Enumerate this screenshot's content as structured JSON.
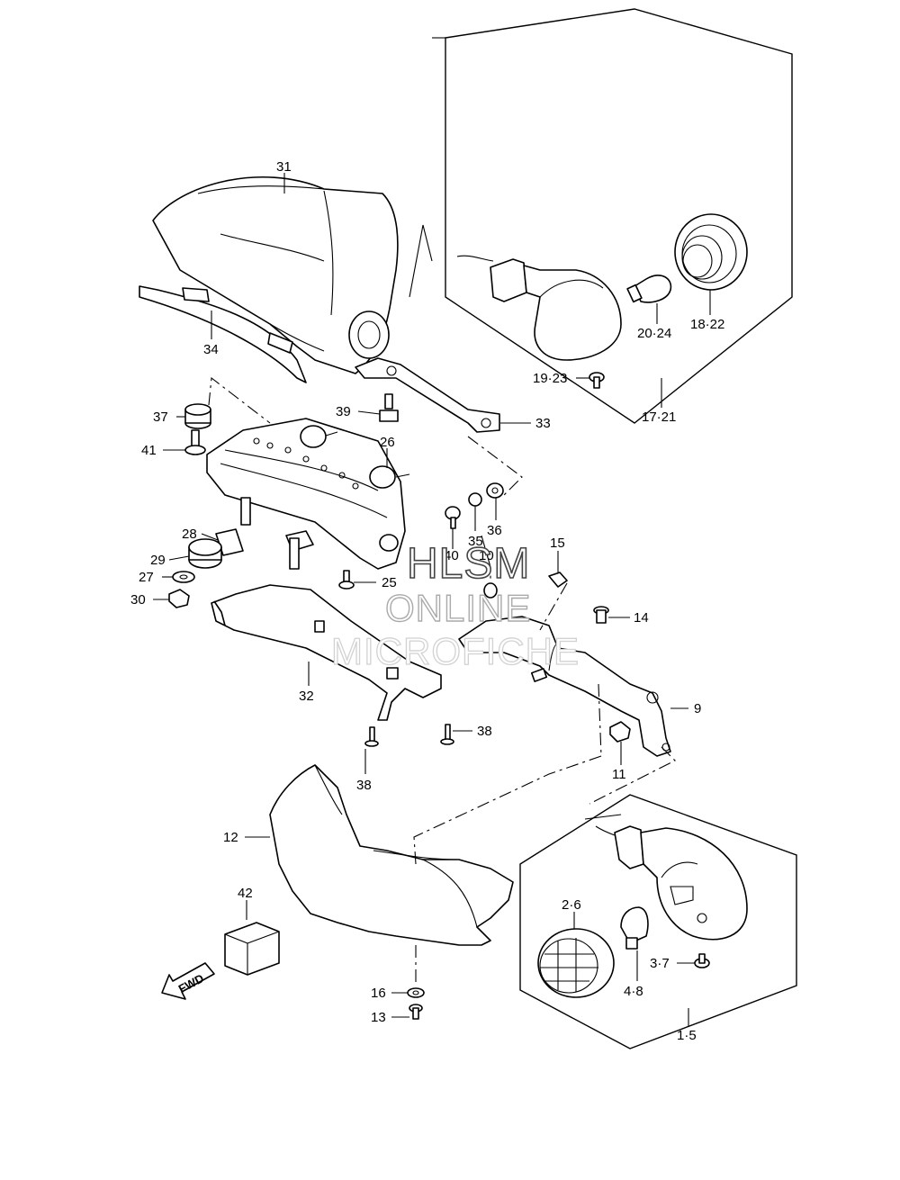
{
  "callouts": {
    "c31": "31",
    "c34": "34",
    "c37": "37",
    "c41": "41",
    "c39": "39",
    "c26": "26",
    "c33": "33",
    "c28": "28",
    "c29": "29",
    "c27": "27",
    "c30": "30",
    "c25": "25",
    "c40": "40",
    "c35": "35",
    "c10": "10",
    "c36": "36",
    "c15": "15",
    "c14": "14",
    "c32": "32",
    "c9": "9",
    "c38a": "38",
    "c38b": "38",
    "c11": "11",
    "c12": "12",
    "c42": "42",
    "c16": "16",
    "c13": "13",
    "c26b": "2·6",
    "c48": "4·8",
    "c37b": "3·7",
    "c15b": "1·5",
    "c2024": "20·24",
    "c1822": "18·22",
    "c1923": "19·23",
    "c1721": "17·21"
  },
  "fwd_label": "FWD",
  "watermark": {
    "line1": "HLSM",
    "line2": "ONLINE",
    "line3": "MICROFICHE"
  }
}
